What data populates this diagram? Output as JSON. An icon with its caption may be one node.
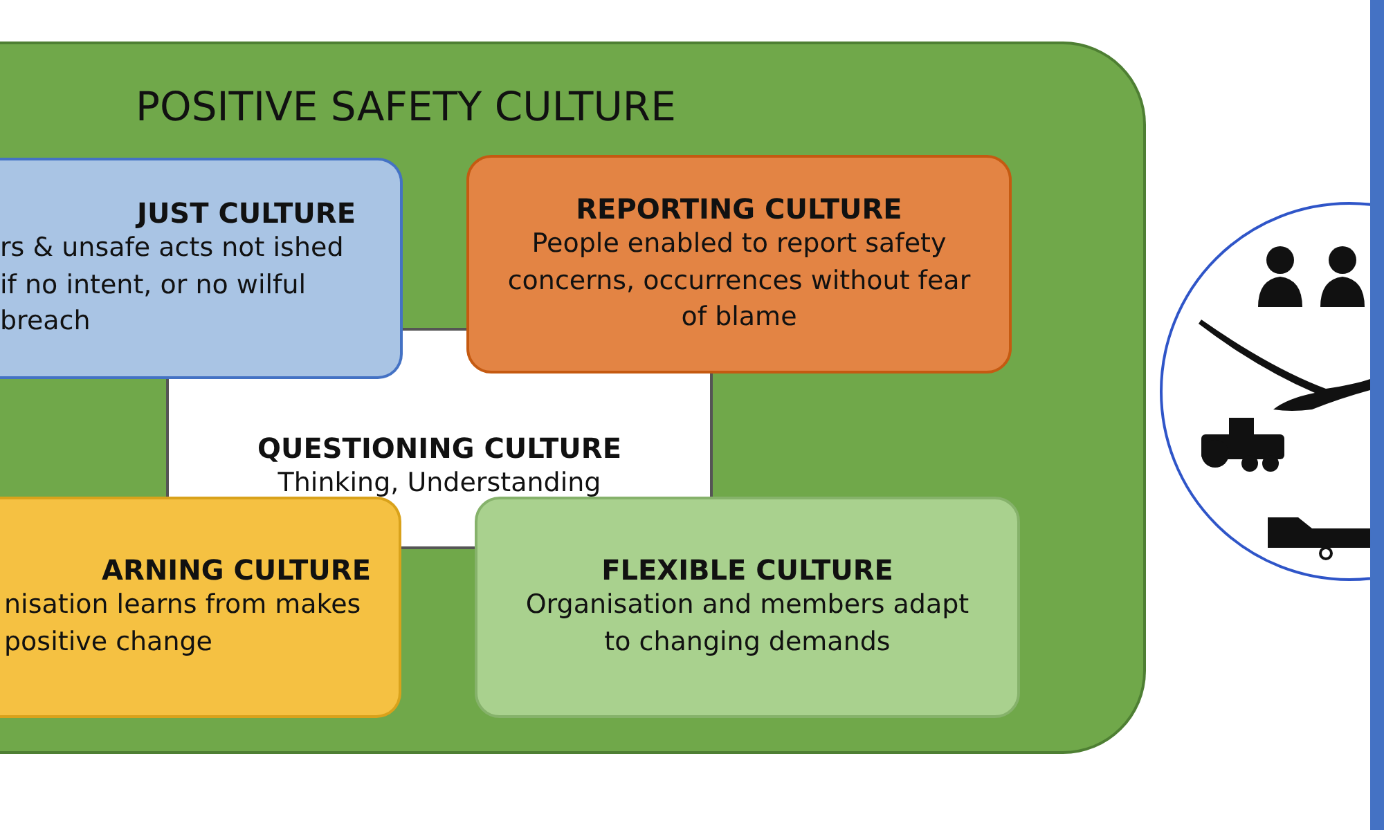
{
  "diagram": {
    "nodes": [
      {
        "text": [
          "POSITIVE SAFETY CULTURE"
        ]
      },
      {
        "text": [
          "JUST CULTURE",
          "rs & unsafe acts not ished if no intent, or no wilful breach"
        ],
        "in": 0
      },
      {
        "text": [
          "REPORTING CULTURE",
          "People enabled to report safety concerns, occurrences without fear of blame"
        ],
        "in": 0
      },
      {
        "text": [
          "QUESTIONING CULTURE",
          "Thinking, Understanding"
        ],
        "in": 0
      },
      {
        "text": [
          "ARNING CULTURE",
          "nisation learns from makes positive change"
        ],
        "in": 0
      },
      {
        "text": [
          "FLEXIBLE CULTURE",
          "Organisation and members adapt to changing demands"
        ],
        "in": 0
      },
      {
        "text": [],
        "shape": "picture"
      }
    ],
    "edges": []
  }
}
